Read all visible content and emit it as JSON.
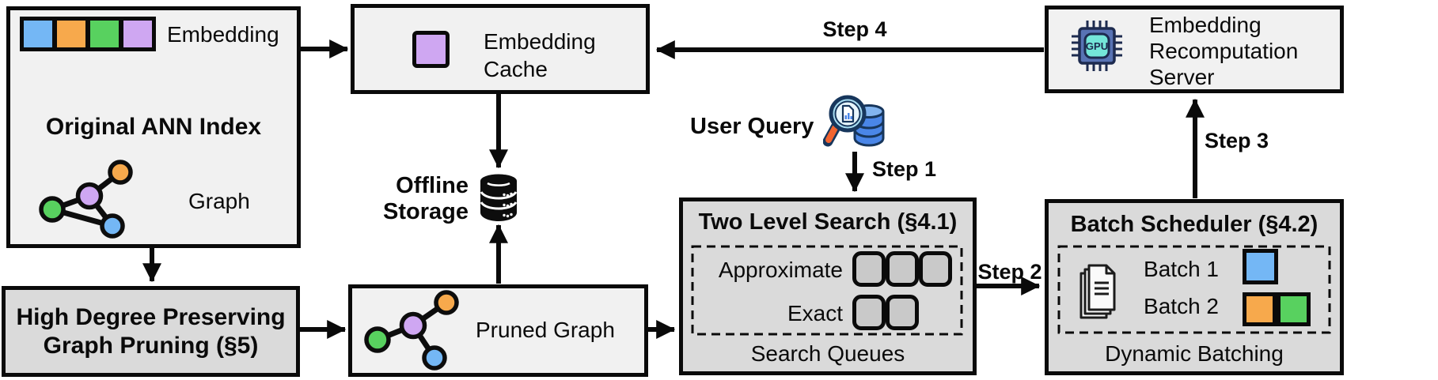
{
  "colors": {
    "blue": "#74b7f5",
    "orange": "#f7a94c",
    "green": "#58d15f",
    "purple": "#cfa7f2",
    "box_light": "#f1f1f1",
    "box_gray": "#dadada",
    "queue_fill": "#c9c9c9",
    "query_db": "#4a86e8",
    "query_db_top": "#82b4ef",
    "query_lens": "#a8ddf2",
    "query_handle": "#f26430",
    "gpu_chip": "#5873b4",
    "gpu_core": "#74e6d9"
  },
  "ann_index": {
    "embedding_label": "Embedding",
    "title": "Original ANN Index",
    "graph_label": "Graph"
  },
  "graph_pruning": {
    "line1": "High Degree Preserving",
    "line2": "Graph Pruning (§5)"
  },
  "embedding_cache": {
    "line1": "Embedding",
    "line2": "Cache"
  },
  "offline_storage": {
    "line1": "Offline",
    "line2": "Storage"
  },
  "pruned_graph": {
    "label": "Pruned Graph"
  },
  "user_query": {
    "label": "User Query"
  },
  "two_level_search": {
    "title": "Two Level Search (§4.1)",
    "approximate_label": "Approximate",
    "exact_label": "Exact",
    "caption": "Search Queues"
  },
  "batch_scheduler": {
    "title": "Batch Scheduler (§4.2)",
    "batch1_label": "Batch 1",
    "batch2_label": "Batch 2",
    "caption": "Dynamic Batching"
  },
  "recomputation_server": {
    "line1": "Embedding",
    "line2": "Recomputation",
    "line3": "Server",
    "gpu_label": "GPU"
  },
  "steps": {
    "step1": "Step 1",
    "step2": "Step 2",
    "step3": "Step 3",
    "step4": "Step 4"
  }
}
